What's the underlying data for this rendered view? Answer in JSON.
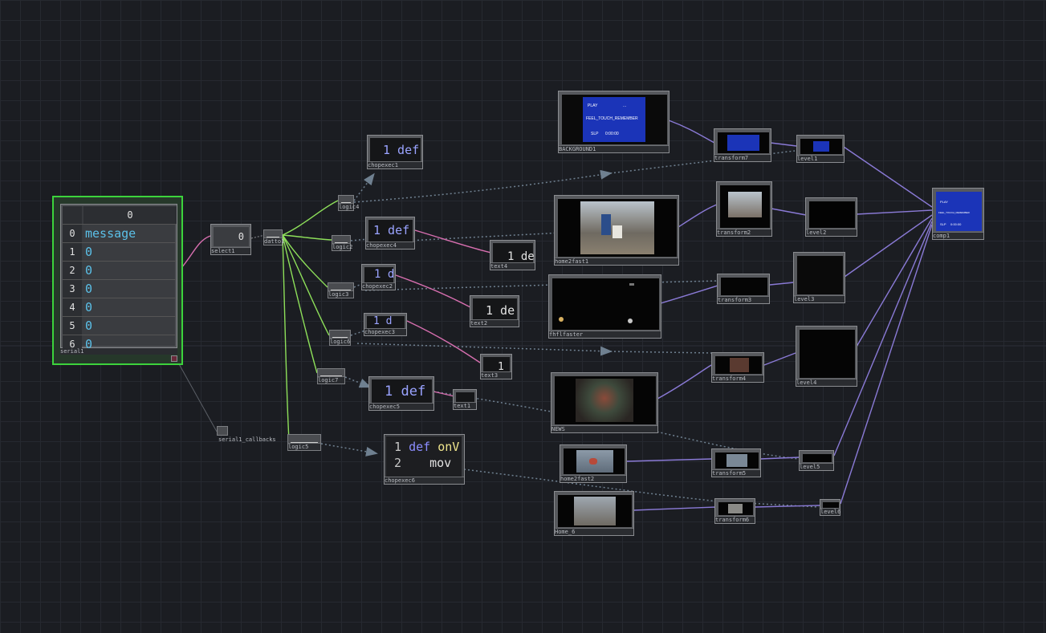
{
  "serial": {
    "label": "serial1",
    "header": "0",
    "rows": [
      {
        "index": "0",
        "value": "message"
      },
      {
        "index": "1",
        "value": "0"
      },
      {
        "index": "2",
        "value": "0"
      },
      {
        "index": "3",
        "value": "0"
      },
      {
        "index": "4",
        "value": "0"
      },
      {
        "index": "5",
        "value": "0"
      },
      {
        "index": "6",
        "value": "0"
      }
    ]
  },
  "serial_callbacks": {
    "label": "serial1_callbacks"
  },
  "select": {
    "label": "select1",
    "value": "0"
  },
  "datto": {
    "label": "datto1"
  },
  "logic_nodes": [
    {
      "label": "logic4"
    },
    {
      "label": "logic2"
    },
    {
      "label": "logic3"
    },
    {
      "label": "logic6"
    },
    {
      "label": "logic7"
    },
    {
      "label": "logic5"
    }
  ],
  "chopexec": [
    {
      "label": "chopexec1",
      "code": "1 def"
    },
    {
      "label": "chopexec4",
      "code": "1 def"
    },
    {
      "label": "chopexec2",
      "code": "1 d"
    },
    {
      "label": "chopexec3",
      "code": "1 d"
    },
    {
      "label": "chopexec5",
      "code": "1 def"
    }
  ],
  "chopexec6": {
    "label": "chopexec6",
    "line1_num": "1",
    "line1_kw": "def",
    "line1_fn": "onV",
    "line2_num": "2",
    "line2_code": "mov"
  },
  "texts": [
    {
      "label": "text4",
      "code": "1 de"
    },
    {
      "label": "text2",
      "code": "1 de"
    },
    {
      "label": "text3",
      "code": "1"
    },
    {
      "label": "text1",
      "code": ""
    }
  ],
  "movies": [
    {
      "label": "BACKGROUND1"
    },
    {
      "label": "home2fast1"
    },
    {
      "label": "fhflfaster"
    },
    {
      "label": "NEWS"
    },
    {
      "label": "home2fast2"
    },
    {
      "label": "Home_6"
    }
  ],
  "background_screen": {
    "play": "PLAY",
    "small": "...",
    "title": "FEEL_TOUCH_REMEMBER",
    "slp": "SLP",
    "time": "0:00:00"
  },
  "comp_screen": {
    "play": "PLAY",
    "title": "FEEL_TOUCH_REMEMBER",
    "slp": "SLP",
    "time": "0:00:00"
  },
  "transforms": [
    {
      "label": "transform7"
    },
    {
      "label": "transform2"
    },
    {
      "label": "transform3"
    },
    {
      "label": "transform4"
    },
    {
      "label": "transform5"
    },
    {
      "label": "transform6"
    }
  ],
  "levels": [
    {
      "label": "level1"
    },
    {
      "label": "level2"
    },
    {
      "label": "level3"
    },
    {
      "label": "level4"
    },
    {
      "label": "level5"
    },
    {
      "label": "level6"
    }
  ],
  "comp": {
    "label": "comp1"
  },
  "colors": {
    "background": "#1b1d22",
    "grid": "#262930",
    "selection": "#3cd33c",
    "logic_wire": "#8ee05a",
    "text_wire": "#d86fb0",
    "video_wire": "#8a7ad6",
    "export_wire": "#6f8090",
    "table_value": "#5bc0e8"
  },
  "icons": {
    "play_marker": "play-icon",
    "wire_arrow": "arrow-icon"
  }
}
